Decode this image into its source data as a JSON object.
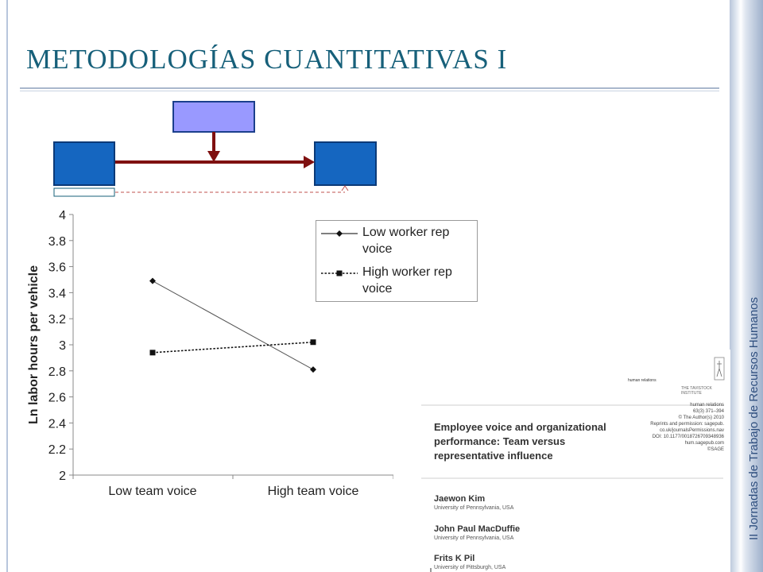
{
  "slide": {
    "title": "METODOLOGÍAS CUANTITATIVAS I",
    "side_caption": "II Jornadas de Trabajo de Recursos Humanos"
  },
  "colors": {
    "title": "#17607a",
    "diagram_box": "#1566c0",
    "moderator_box": "#9999ff",
    "arrow": "#7f1010"
  },
  "chart_data": {
    "type": "line",
    "categories": [
      "Low team voice",
      "High team voice"
    ],
    "series": [
      {
        "name": "Low worker rep voice",
        "values": [
          3.49,
          2.81
        ],
        "style": "solid",
        "marker": "diamond"
      },
      {
        "name": "High worker rep voice",
        "values": [
          2.94,
          3.02
        ],
        "style": "dashed",
        "marker": "square"
      }
    ],
    "title": "",
    "xlabel": "",
    "ylabel": "Ln labor hours per vehicle",
    "ylim": [
      2,
      4
    ],
    "yticks": [
      "2",
      "2.2",
      "2.4",
      "2.6",
      "2.8",
      "3",
      "3.2",
      "3.4",
      "3.6",
      "3.8",
      "4"
    ],
    "legend": "top-right",
    "grid": false
  },
  "legend_labels": {
    "low": "Low worker rep voice",
    "high": "High worker rep voice"
  },
  "paper": {
    "title": "Employee voice and organizational performance: Team versus representative influence",
    "journal_name": "human relations",
    "institute": "THE TAVISTOCK INSTITUTE",
    "meta": "human relations\n63(3) 371–394\n© The Author(s) 2010\nReprints and permission: sagepub.\nco.uk/journalsPermissions.nav\nDOI: 10.1177/0018726709348936\nhum.sagepub.com\n©SAGE",
    "authors": [
      {
        "name": "Jaewon Kim",
        "affiliation": "University of Pennsylvania, USA"
      },
      {
        "name": "John Paul MacDuffie",
        "affiliation": "University of Pennsylvania, USA"
      },
      {
        "name": "Frits K Pil",
        "affiliation": "University of Pittsburgh, USA"
      }
    ]
  }
}
